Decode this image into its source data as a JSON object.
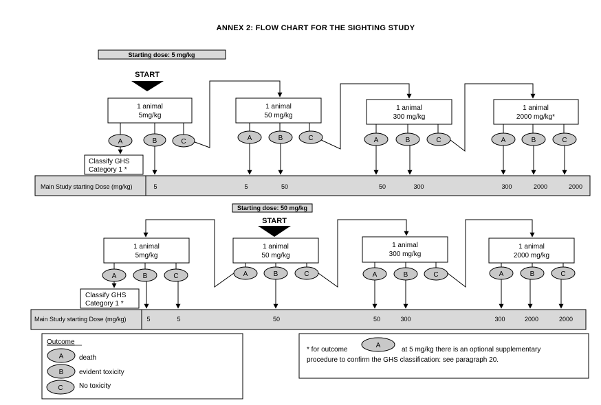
{
  "title": "ANNEX 2: FLOW CHART FOR THE  SIGHTING STUDY",
  "panel1": {
    "starting_dose": "Starting dose: 5 mg/kg",
    "start": "START",
    "boxes": [
      {
        "line1": "1 animal",
        "line2": "5mg/kg"
      },
      {
        "line1": "1 animal",
        "line2": "50 mg/kg"
      },
      {
        "line1": "1 animal",
        "line2": "300 mg/kg"
      },
      {
        "line1": "1 animal",
        "line2": "2000 mg/kg*"
      }
    ],
    "classify_line1": "Classify GHS",
    "classify_line2": "Category 1 *",
    "band_label": "Main Study starting Dose (mg/kg)",
    "doses": [
      "5",
      "5",
      "50",
      "50",
      "300",
      "300",
      "2000",
      "2000"
    ]
  },
  "panel2": {
    "starting_dose": "Starting dose: 50 mg/kg",
    "start": "START",
    "boxes": [
      {
        "line1": "1 animal",
        "line2": "5mg/kg"
      },
      {
        "line1": "1 animal",
        "line2": "50 mg/kg"
      },
      {
        "line1": "1 animal",
        "line2": "300 mg/kg"
      },
      {
        "line1": "1 animal",
        "line2": "2000 mg/kg"
      }
    ],
    "classify_line1": "Classify GHS",
    "classify_line2": "Category 1 *",
    "band_label": "Main Study starting Dose (mg/kg)",
    "doses": [
      "5",
      "5",
      "50",
      "50",
      "300",
      "300",
      "2000",
      "2000"
    ]
  },
  "outcome_letters": [
    "A",
    "B",
    "C"
  ],
  "legend": {
    "title": "Outcome",
    "items": [
      {
        "letter": "A",
        "text": "death"
      },
      {
        "letter": "B",
        "text": "evident toxicity"
      },
      {
        "letter": "C",
        "text": "No toxicity"
      }
    ]
  },
  "footnote": {
    "prefix": "* for outcome",
    "letter": "A",
    "line1": "at  5 mg/kg there is an optional supplementary",
    "line2": "procedure to confirm the GHS classification: see paragraph 20."
  }
}
